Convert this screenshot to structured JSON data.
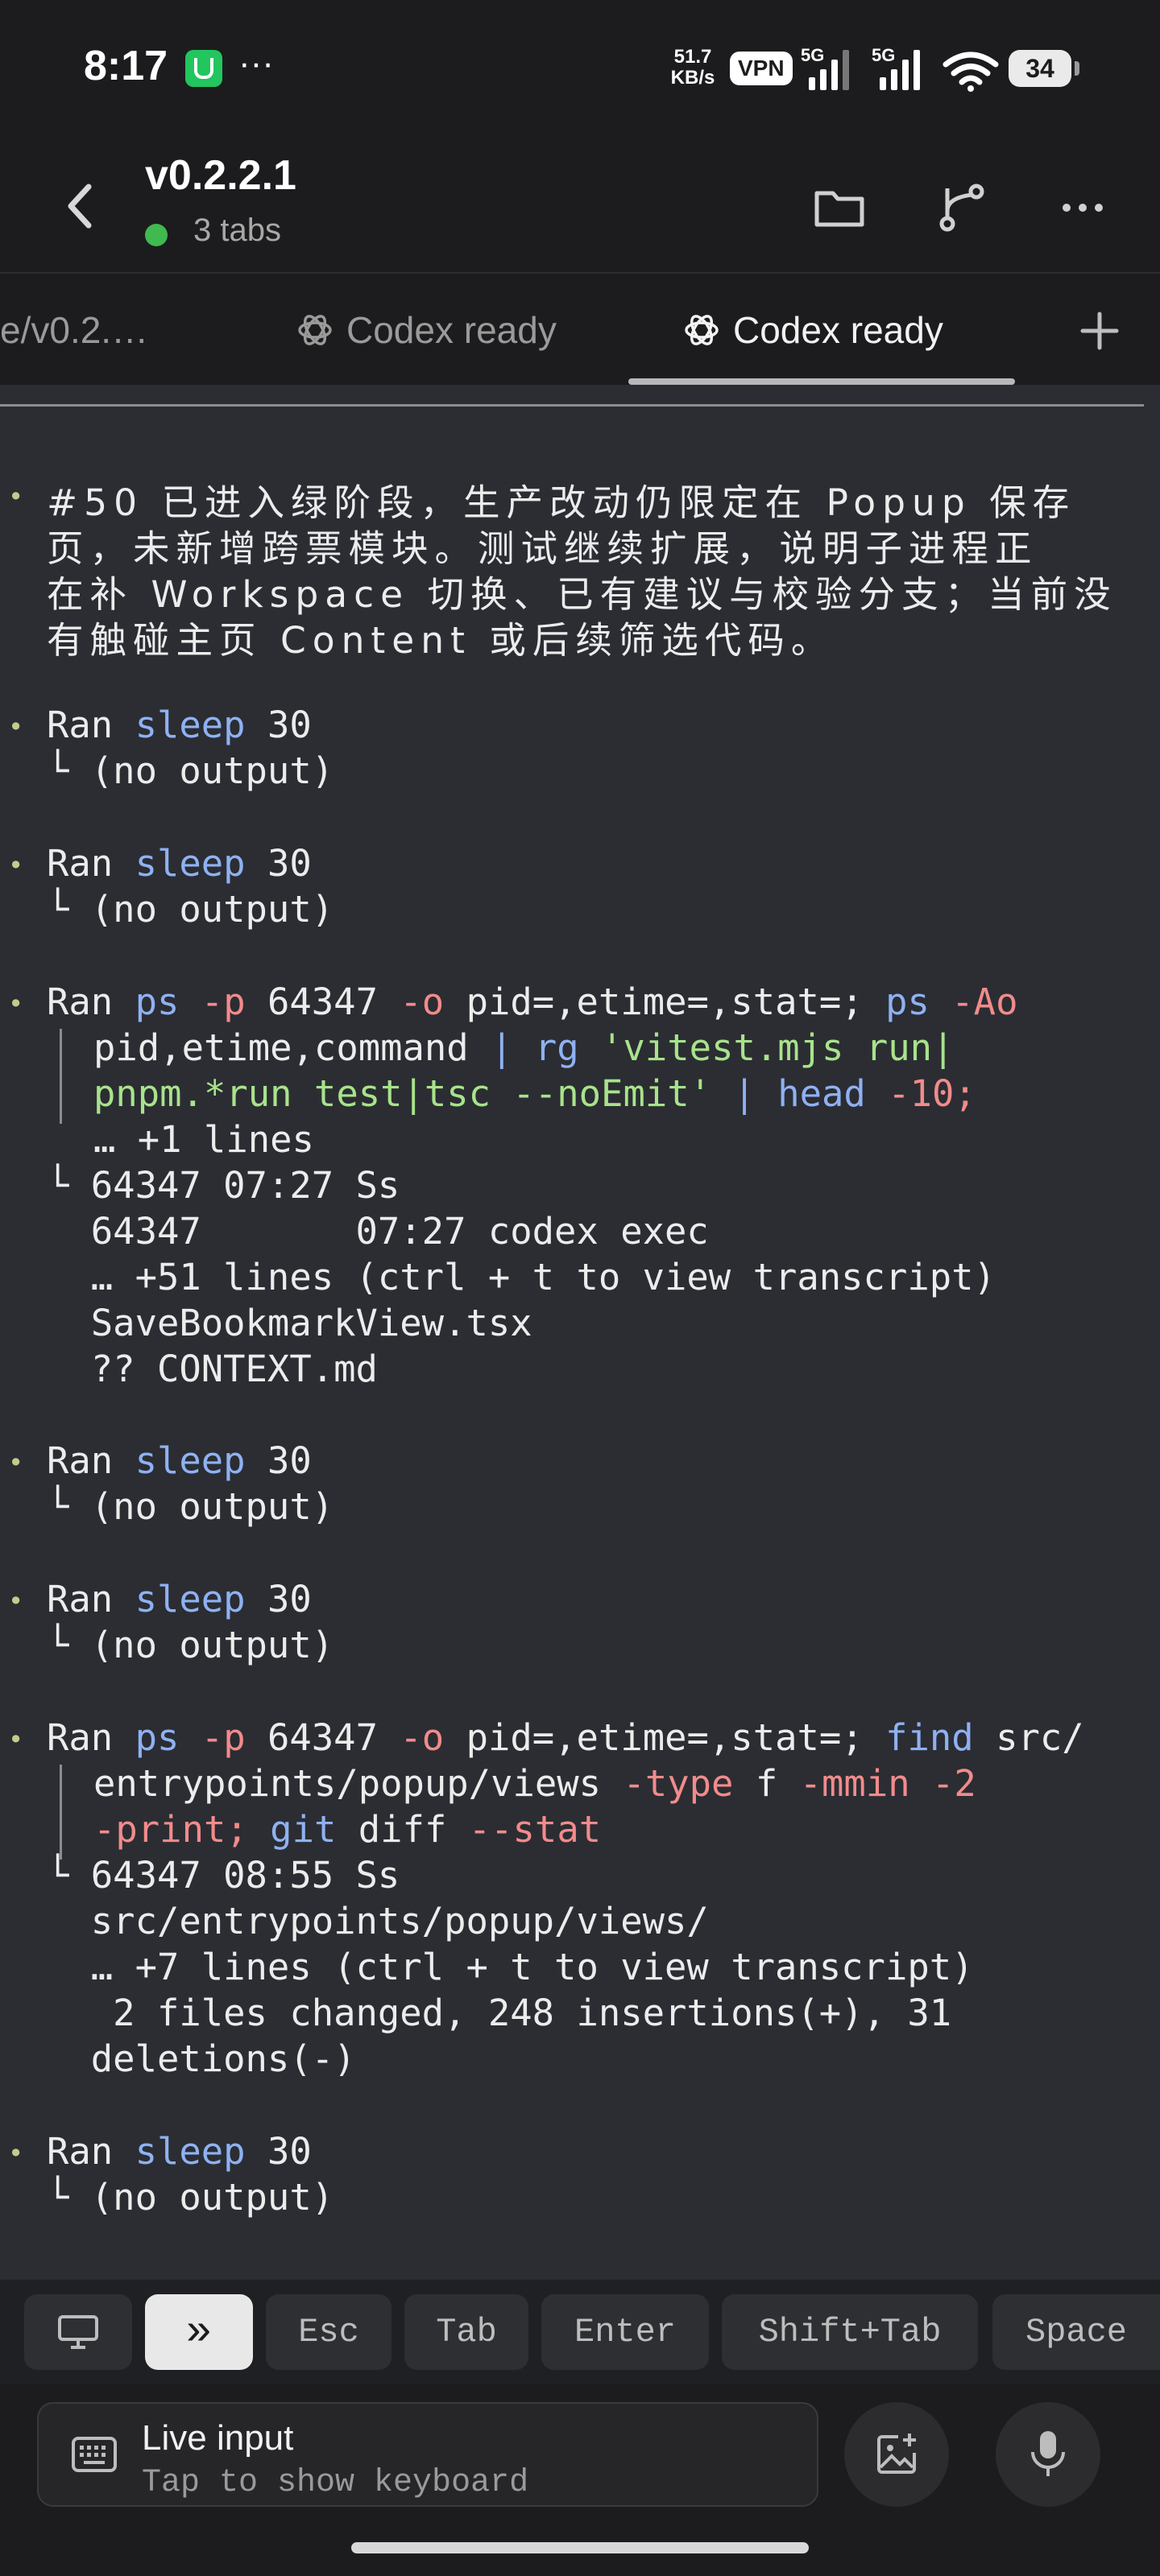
{
  "status_bar": {
    "time": "8:17",
    "more": "···",
    "net_speed_value": "51.7",
    "net_speed_unit": "KB/s",
    "vpn": "VPN",
    "signal_1_label": "5G",
    "signal_2_label": "5G",
    "battery": "34"
  },
  "header": {
    "title": "v0.2.2.1",
    "subtitle": "3 tabs"
  },
  "tabs": [
    {
      "label": "e/v0.2.…"
    },
    {
      "label": "Codex ready"
    },
    {
      "label": "Codex ready"
    }
  ],
  "terminal": {
    "note_lines": [
      "#50 已进入绿阶段，生产改动仍限定在 Popup 保存",
      "页，未新增跨票模块。测试继续扩展，说明子进程正",
      "在补 Workspace 切换、已有建议与校验分支；当前没",
      "有触碰主页 Content 或后续筛选代码。"
    ],
    "ran": "Ran",
    "sleep_cmd": "sleep",
    "sleep_arg": "30",
    "no_output": "└ (no output)",
    "ps": "ps",
    "p_flag": "-p",
    "pid": "64347",
    "o_flag": "-o",
    "fmt": "pid=,etime=,stat=;",
    "ao_flag": "-Ao",
    "cmd1_line2_a": "pid,etime,command",
    "pipe": "|",
    "rg": "rg",
    "rg_pattern_1": "'vitest.mjs run|",
    "rg_pattern_2": "pnpm.*run test|tsc --noEmit'",
    "head": "head",
    "head_arg": "-10;",
    "cmd1_output": [
      "… +1 lines",
      "└ 64347 07:27 Ss",
      "  64347       07:27 codex exec",
      "  … +51 lines (ctrl + t to view transcript)",
      "  SaveBookmarkView.tsx",
      "  ?? CONTEXT.md"
    ],
    "find": "find",
    "find_path_1": "src/",
    "find_path_2": "entrypoints/popup/views",
    "type_flag": "-type",
    "type_arg": "f",
    "mmin_flag": "-mmin",
    "mmin_arg": "-2",
    "print_flag": "-print;",
    "git": "git",
    "diff": "diff",
    "stat_flag": "--stat",
    "cmd2_output": [
      "└ 64347 08:55 Ss",
      "  src/entrypoints/popup/views/",
      "  … +7 lines (ctrl + t to view transcript)",
      "   2 files changed, 248 insertions(+), 31",
      "  deletions(-)"
    ]
  },
  "keys": {
    "chevrons": "»",
    "esc": "Esc",
    "tab": "Tab",
    "enter": "Enter",
    "shift_tab": "Shift+Tab",
    "space": "Space"
  },
  "input": {
    "title": "Live input",
    "hint": "Tap to show keyboard"
  }
}
